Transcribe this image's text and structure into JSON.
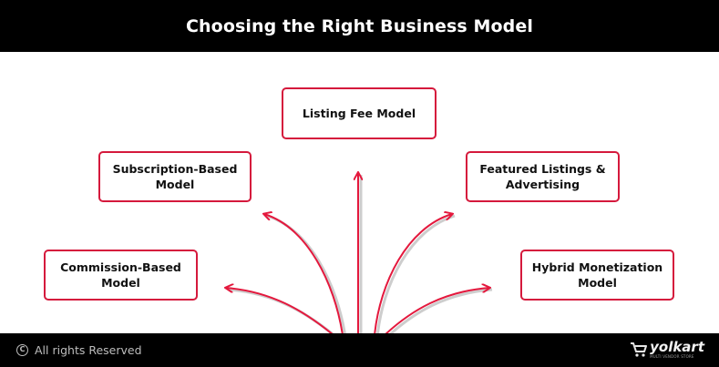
{
  "header": {
    "title": "Choosing the Right Business Model"
  },
  "diagram": {
    "nodes": [
      {
        "id": "listing-fee",
        "label": "Listing Fee Model"
      },
      {
        "id": "subscription",
        "label": "Subscription-Based\nModel"
      },
      {
        "id": "featured",
        "label": "Featured Listings &\nAdvertising"
      },
      {
        "id": "commission",
        "label": "Commission-Based\nModel"
      },
      {
        "id": "hybrid",
        "label": "Hybrid Monetization\nModel"
      }
    ],
    "arrow_color": "#e4183d",
    "shadow_color": "#bdbdbd",
    "node_border_color": "#d5193c"
  },
  "footer": {
    "copyright_icon": "copyright-icon",
    "text": "All rights Reserved",
    "brand": {
      "name": "yolkart",
      "tagline": "MULTI VENDOR STORE",
      "icon": "cart-icon"
    }
  }
}
